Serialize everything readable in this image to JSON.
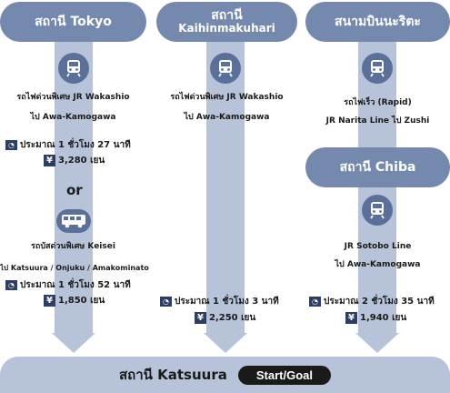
{
  "routes": [
    {
      "header_lines": [
        "สถานี Tokyo"
      ],
      "option_a": {
        "train": "รถไฟด่วนพิเศษ JR Wakashio",
        "direction": "ไป Awa-Kamogawa",
        "time": "ประมาณ 1 ชั่วโมง 27 นาที",
        "fare": "3,280 เยน"
      },
      "or_label": "or",
      "option_b": {
        "bus": "รถบัสด่วนพิเศษ Keisei",
        "direction": "ไป Katsuura / Onjuku / Amakominato",
        "time": "ประมาณ 1 ชั่วโมง 52 นาที",
        "fare": "1,850 เยน"
      }
    },
    {
      "header_lines": [
        "สถานี",
        "Kaihinmakuhari"
      ],
      "train": "รถไฟด่วนพิเศษ JR Wakashio",
      "direction": "ไป Awa-Kamogawa",
      "time": "ประมาณ 1 ชั่วโมง 3 นาที",
      "fare": "2,250 เยน"
    },
    {
      "header_lines": [
        "สนามบินนะริตะ"
      ],
      "leg1": {
        "train": "รถไฟเร็ว (Rapid)",
        "direction": "JR Narita Line ไป Zushi"
      },
      "transfer_header": "สถานี Chiba",
      "leg2": {
        "train": "JR Sotobo Line",
        "direction": "ไป Awa-Kamogawa"
      },
      "time": "ประมาณ 2 ชั่วโมง 35 นาที",
      "fare": "1,940 เยน"
    }
  ],
  "goal": {
    "label": "สถานี Katsuura",
    "badge": "Start/Goal"
  },
  "icons": {
    "train": "train-icon",
    "bus": "bus-icon",
    "clock": "clock-icon",
    "yen": "yen-icon"
  },
  "symbols": {
    "yen": "¥"
  },
  "colors": {
    "header": "#7589ae",
    "arrow": "#b7c3d9",
    "icon_bg": "#5b7099",
    "badge": "#1a1a1a"
  }
}
